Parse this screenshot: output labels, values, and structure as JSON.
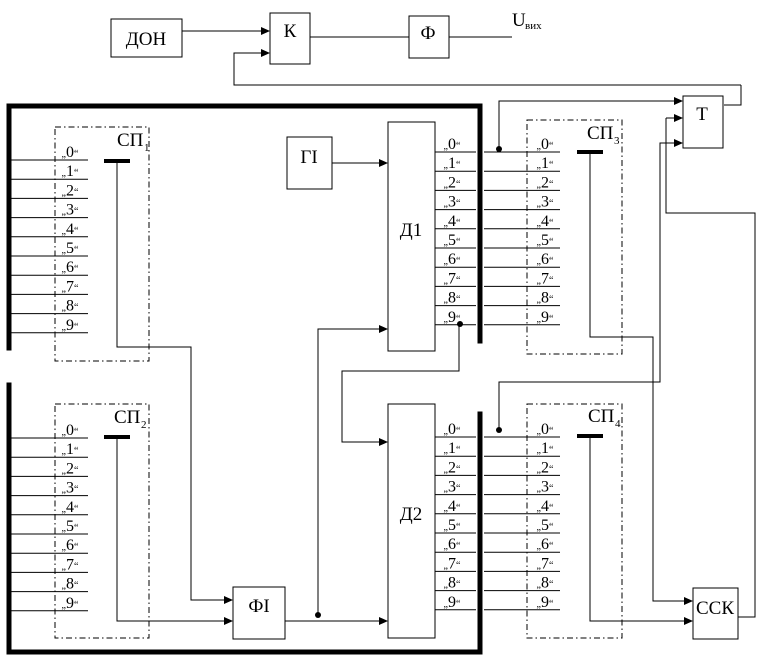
{
  "blocks": {
    "don": "ДОН",
    "k": "К",
    "f": "Ф",
    "gi": "ГІ",
    "d1": "Д1",
    "d2": "Д2",
    "fi": "ФІ",
    "t": "Т",
    "ssk": "ССК"
  },
  "output": {
    "main": "U",
    "sub": "вих"
  },
  "switches": [
    {
      "main": "СП",
      "sub": "1"
    },
    {
      "main": "СП",
      "sub": "2"
    },
    {
      "main": "СП",
      "sub": "3"
    },
    {
      "main": "СП",
      "sub": "4"
    }
  ],
  "digits": [
    "0",
    "1",
    "2",
    "3",
    "4",
    "5",
    "6",
    "7",
    "8",
    "9"
  ],
  "quote_open": "„",
  "quote_close": "“"
}
